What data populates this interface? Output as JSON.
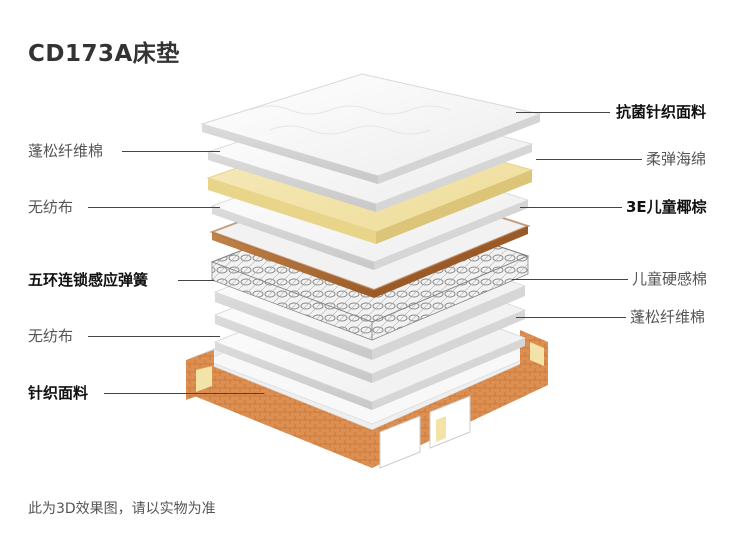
{
  "title": "CD173A床垫",
  "labels": {
    "left_1": "蓬松纤维棉",
    "left_2": "无纺布",
    "left_3": "五环连锁感应弹簧",
    "left_4": "无纺布",
    "left_5": "针织面料",
    "right_1": "抗菌针织面料",
    "right_2": "柔弹海绵",
    "right_3": "3E儿童椰棕",
    "right_4": "儿童硬感棉",
    "right_5": "蓬松纤维棉"
  },
  "footnote": "此为3D效果图，请以实物为准",
  "colors": {
    "foam_yellow": "#f3e3a8",
    "coir_brown": "#a9652e",
    "frame_orange": "#d98a4c",
    "layer_white": "#f4f4f4"
  }
}
